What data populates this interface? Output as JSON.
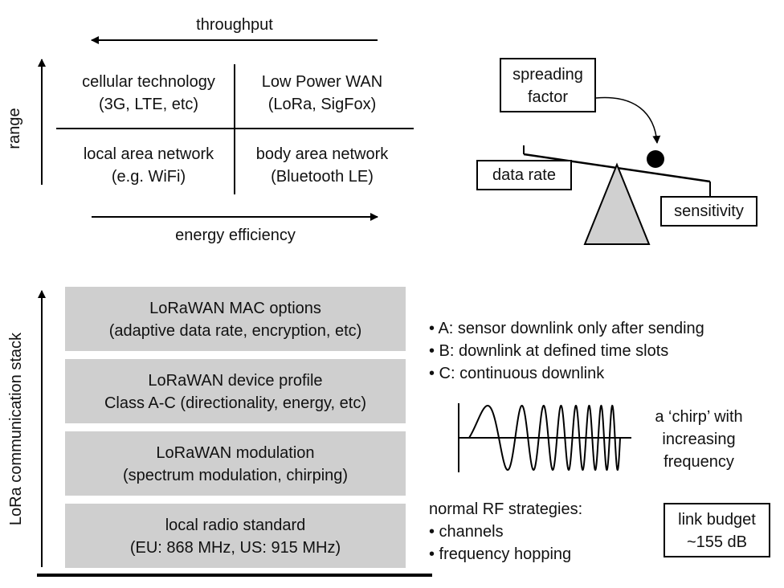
{
  "quadrant": {
    "top_axis_label": "throughput",
    "left_axis_label": "range",
    "bottom_axis_label": "energy efficiency",
    "cells": [
      {
        "line1": "cellular technology",
        "line2": "(3G, LTE, etc)"
      },
      {
        "line1": "Low Power WAN",
        "line2": "(LoRa, SigFox)"
      },
      {
        "line1": "local area network",
        "line2": "(e.g. WiFi)"
      },
      {
        "line1": "body area network",
        "line2": "(Bluetooth LE)"
      }
    ]
  },
  "balance": {
    "spreading_factor_line1": "spreading",
    "spreading_factor_line2": "factor",
    "data_rate": "data rate",
    "sensitivity": "sensitivity"
  },
  "stack": {
    "axis_label": "LoRa communication stack",
    "layers": [
      {
        "title": "LoRaWAN MAC options",
        "subtitle": "(adaptive data rate, encryption, etc)"
      },
      {
        "title": "LoRaWAN device profile",
        "subtitle": "Class A-C (directionality, energy, etc)"
      },
      {
        "title": "LoRaWAN modulation",
        "subtitle": "(spectrum modulation, chirping)"
      },
      {
        "title": "local radio standard",
        "subtitle": "(EU: 868 MHz, US: 915 MHz)"
      }
    ]
  },
  "classes": [
    "• A: sensor downlink only after sending",
    "• B: downlink at defined time slots",
    "• C: continuous downlink"
  ],
  "chirp": {
    "line1": "a ‘chirp’ with",
    "line2": "increasing",
    "line3": "frequency"
  },
  "rf": {
    "heading": "normal RF strategies:",
    "items": [
      "• channels",
      "• frequency hopping"
    ]
  },
  "link_budget": {
    "line1": "link budget",
    "line2": "~155 dB"
  }
}
